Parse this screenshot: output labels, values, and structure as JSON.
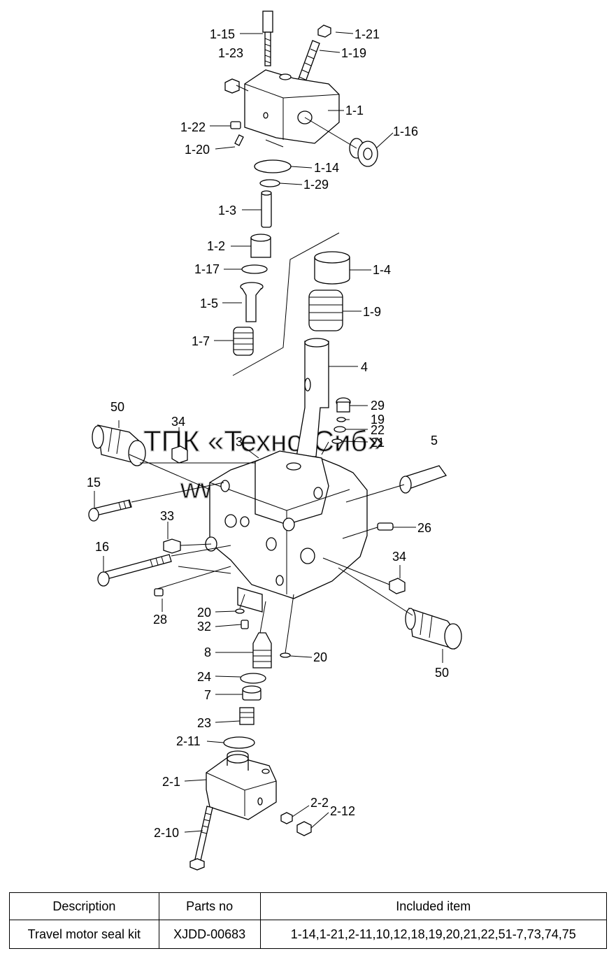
{
  "watermark": {
    "line1": "ТПК «Техно-Сиб»",
    "line2": "www.tpkts.ru"
  },
  "callouts": [
    "1-15",
    "1-21",
    "1-23",
    "1-19",
    "1-1",
    "1-22",
    "1-16",
    "1-20",
    "1-14",
    "1-29",
    "1-3",
    "1-2",
    "1-4",
    "1-17",
    "1-5",
    "1-9",
    "1-7",
    "4",
    "50",
    "29",
    "34",
    "19",
    "3",
    "22",
    "21",
    "5",
    "15",
    "33",
    "26",
    "16",
    "34",
    "20",
    "32",
    "28",
    "8",
    "20",
    "50",
    "24",
    "7",
    "23",
    "2-11",
    "2-1",
    "2-2",
    "2-12",
    "2-10"
  ],
  "table": {
    "headers": [
      "Description",
      "Parts no",
      "Included item"
    ],
    "rows": [
      [
        "Travel motor seal kit",
        "XJDD-00683",
        "1-14,1-21,2-11,10,12,18,19,20,21,22,51-7,73,74,75"
      ]
    ]
  }
}
